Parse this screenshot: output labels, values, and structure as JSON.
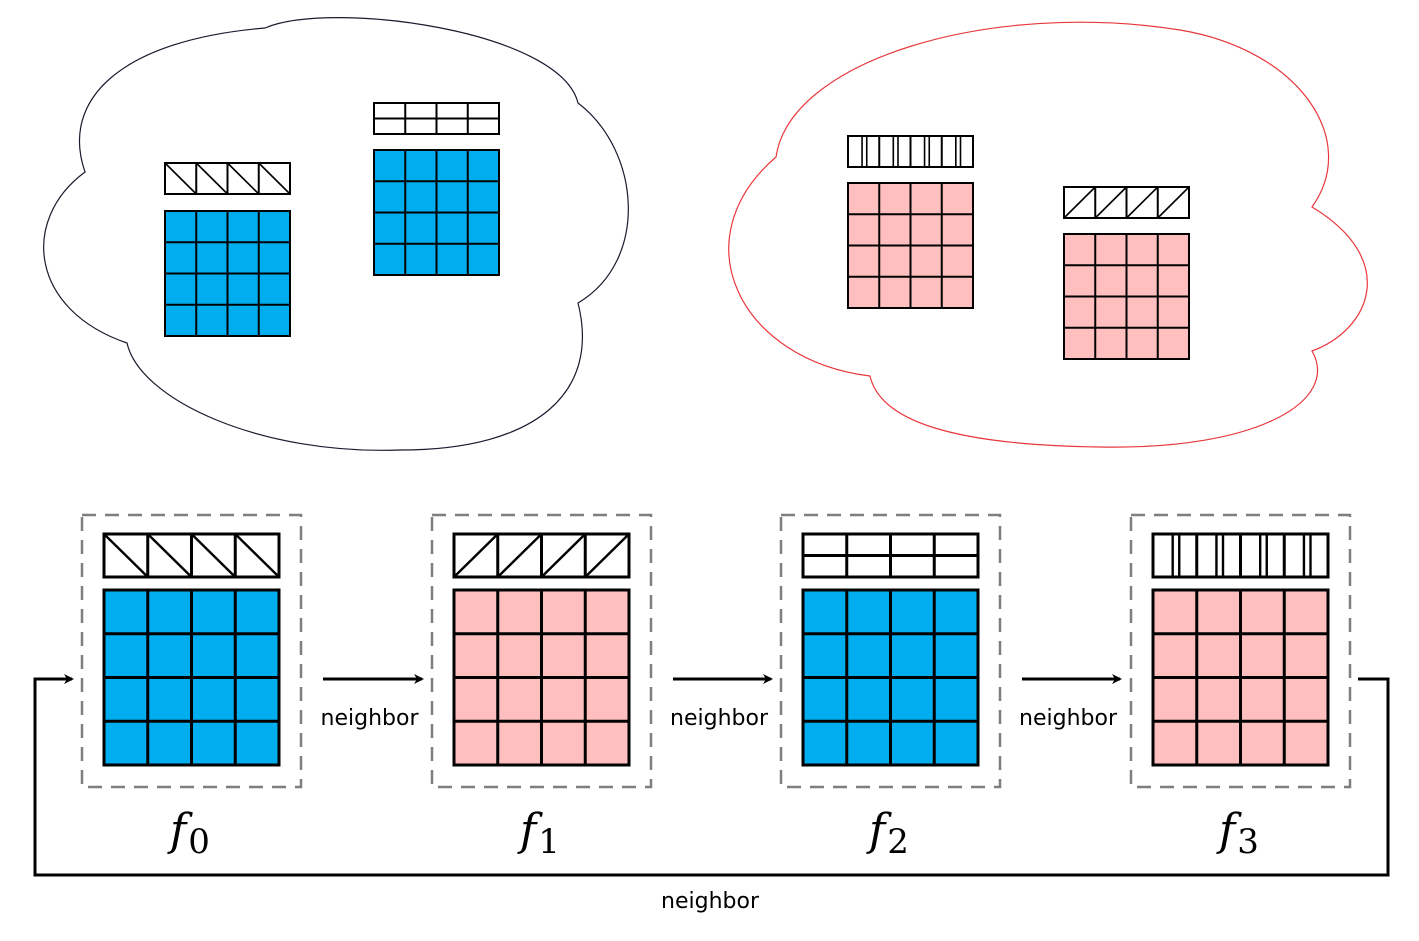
{
  "colors": {
    "blue": "#00aeef",
    "pink": "#ffbfbf",
    "cloud_left": "#1a1a2e",
    "cloud_right": "#e8383d",
    "dashed_box": "#7f7f7f",
    "stroke": "#000000"
  },
  "clouds": [
    {
      "name": "cloud-blue",
      "stroke_color_key": "cloud_left",
      "matrices": [
        {
          "color": "blue",
          "header_pattern": "backslash"
        },
        {
          "color": "blue",
          "header_pattern": "horizontal"
        }
      ]
    },
    {
      "name": "cloud-pink",
      "stroke_color_key": "cloud_right",
      "matrices": [
        {
          "color": "pink",
          "header_pattern": "vertical"
        },
        {
          "color": "pink",
          "header_pattern": "slash"
        }
      ]
    }
  ],
  "functions": [
    {
      "symbol": "f",
      "index": "0",
      "color": "blue",
      "header_pattern": "backslash"
    },
    {
      "symbol": "f",
      "index": "1",
      "color": "pink",
      "header_pattern": "slash"
    },
    {
      "symbol": "f",
      "index": "2",
      "color": "blue",
      "header_pattern": "horizontal"
    },
    {
      "symbol": "f",
      "index": "3",
      "color": "pink",
      "header_pattern": "vertical"
    }
  ],
  "arrows": [
    {
      "label": "neighbor"
    },
    {
      "label": "neighbor"
    },
    {
      "label": "neighbor"
    }
  ],
  "loop_arrow": {
    "label": "neighbor"
  }
}
